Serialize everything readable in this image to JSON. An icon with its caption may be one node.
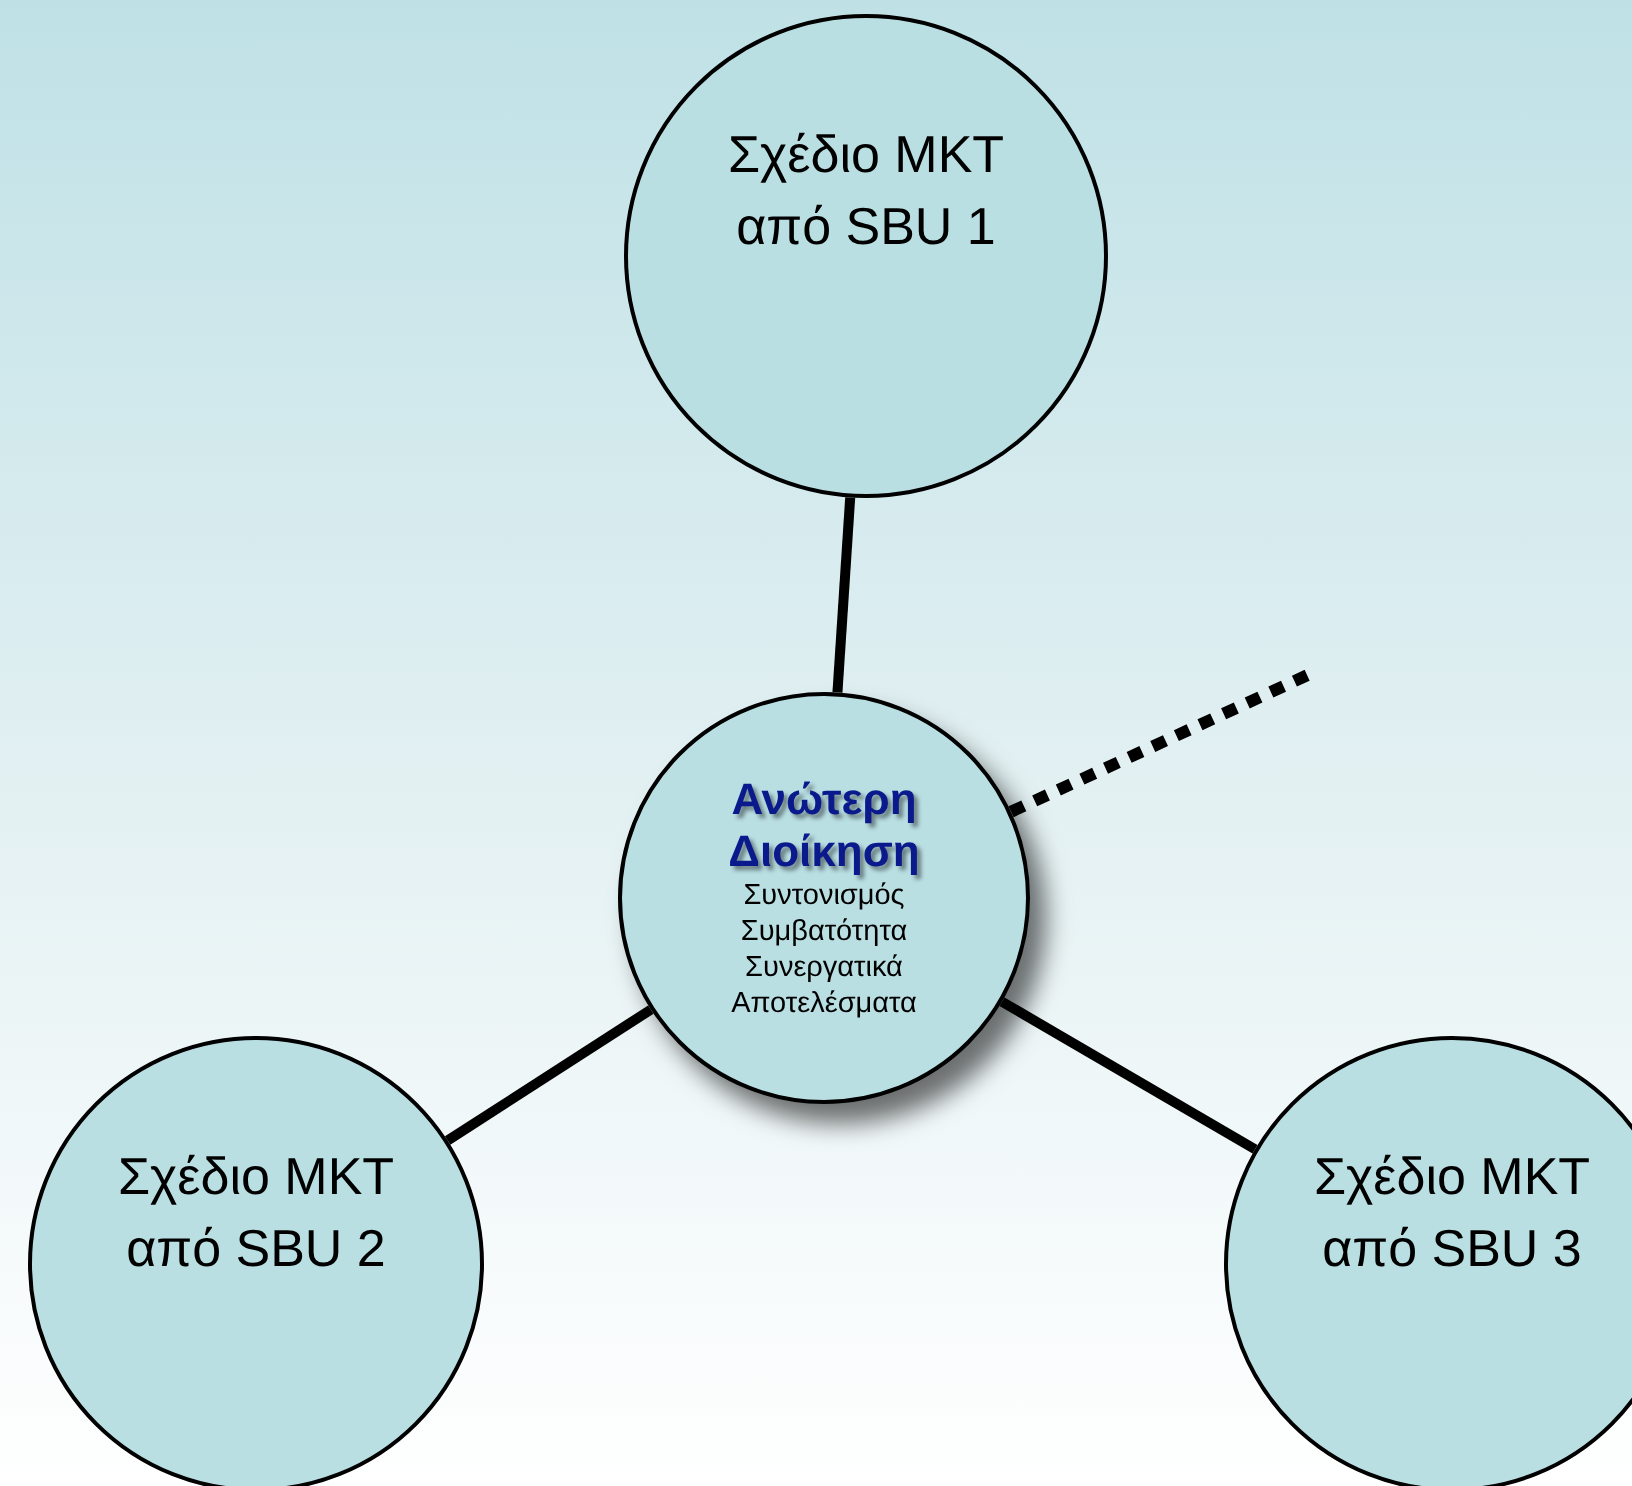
{
  "diagram": {
    "nodes": [
      {
        "text": [
          "Σχέδιο MKT από SBU 1"
        ]
      },
      {
        "text": [
          "Ανώτερη Διοίκηση",
          "Συντονισμός Συμβατότητα Συνεργατικά Αποτελέσματα"
        ]
      },
      {
        "text": [
          "Σχέδιο MKT από SBU 2"
        ]
      },
      {
        "text": [
          "Σχέδιο MKT από SBU 3"
        ]
      }
    ],
    "edges": [
      {
        "from": 0,
        "to": 1,
        "arrow": "none"
      },
      {
        "from": 1,
        "to": 2,
        "arrow": "none"
      },
      {
        "from": 1,
        "to": 3,
        "arrow": "none"
      },
      {
        "from": 1,
        "to": null,
        "arrow": "none",
        "style": "dashed"
      }
    ]
  }
}
